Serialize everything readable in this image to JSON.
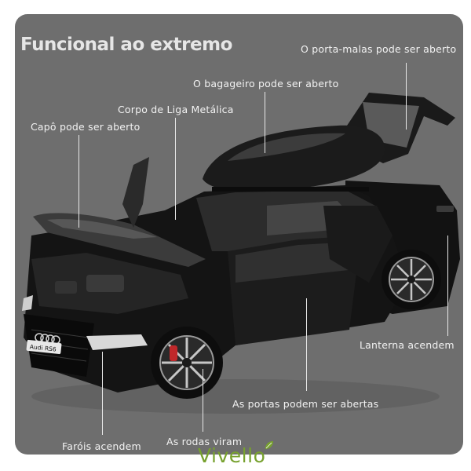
{
  "headline": "Funcional ao extremo",
  "callouts": {
    "trunk": "O porta-malas pode ser aberto",
    "roof_box": "O bagageiro pode ser aberto",
    "alloy_body": "Corpo de Liga Metálica",
    "hood": "Capô pode ser aberto",
    "tail_lights": "Lanterna acendem",
    "doors": "As portas podem ser abertas",
    "headlights": "Faróis acendem",
    "wheels": "As rodas viram"
  },
  "car_badge": "Audi RS6",
  "brand": "Vivello",
  "colors": {
    "panel": "#6e6e6e",
    "headline": "#e6e6e6",
    "callout_text": "#f2f2f2",
    "car_body": "#141414",
    "brake_caliper": "#c0282a",
    "brand_green": "#77a12e"
  },
  "icons": {
    "brand_leaf": "leaf-icon"
  }
}
